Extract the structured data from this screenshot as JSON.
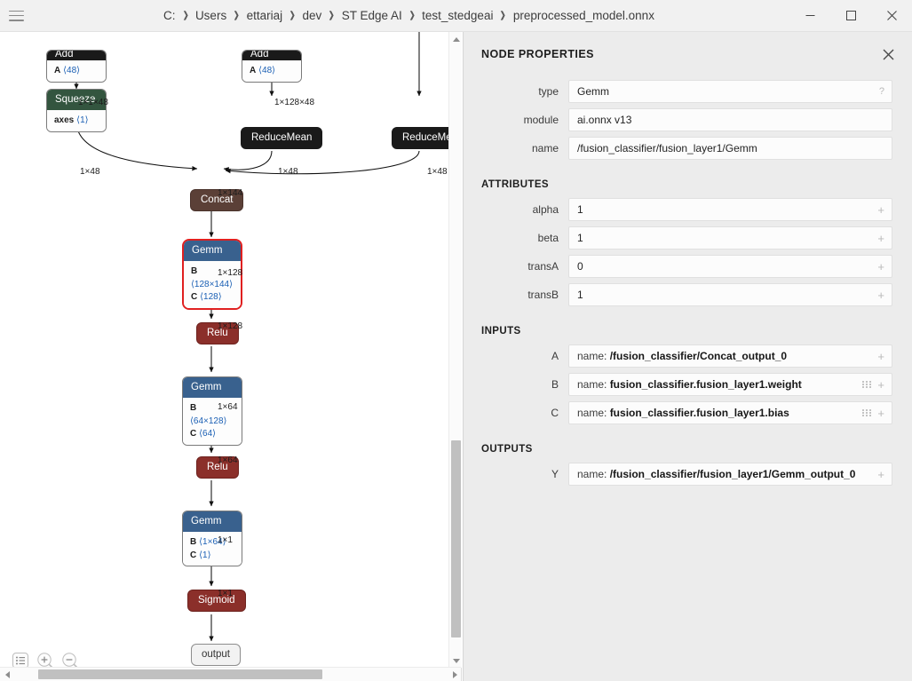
{
  "titlebar": {
    "menu_icon": "hamburger-icon",
    "breadcrumb": [
      "C:",
      "Users",
      "ettariaj",
      "dev",
      "ST Edge AI",
      "test_stedgeai",
      "preprocessed_model.onnx"
    ],
    "separator": "❯",
    "minimize_label": "Minimize",
    "maximize_label": "Maximize",
    "close_label": "Close"
  },
  "panel": {
    "title": "NODE PROPERTIES",
    "close_label": "Close panel",
    "fields": [
      {
        "label": "type",
        "value": "Gemm",
        "bold": false,
        "badge": "?"
      },
      {
        "label": "module",
        "value": "ai.onnx v13",
        "bold": false,
        "badge": ""
      },
      {
        "label": "name",
        "value": "/fusion_classifier/fusion_layer1/Gemm",
        "bold": false,
        "badge": ""
      }
    ],
    "sections": [
      {
        "header": "ATTRIBUTES",
        "rows": [
          {
            "label": "alpha",
            "value": "1",
            "badge": "+",
            "grid": false
          },
          {
            "label": "beta",
            "value": "1",
            "badge": "+",
            "grid": false
          },
          {
            "label": "transA",
            "value": "0",
            "badge": "+",
            "grid": false
          },
          {
            "label": "transB",
            "value": "1",
            "badge": "+",
            "grid": false
          }
        ]
      },
      {
        "header": "INPUTS",
        "rows": [
          {
            "label": "A",
            "prefix": "name: ",
            "value": "/fusion_classifier/Concat_output_0",
            "badge": "+",
            "grid": false
          },
          {
            "label": "B",
            "prefix": "name: ",
            "value": "fusion_classifier.fusion_layer1.weight",
            "badge": "+",
            "grid": true
          },
          {
            "label": "C",
            "prefix": "name: ",
            "value": "fusion_classifier.fusion_layer1.bias",
            "badge": "+",
            "grid": true
          }
        ]
      },
      {
        "header": "OUTPUTS",
        "rows": [
          {
            "label": "Y",
            "prefix": "name: ",
            "value": "/fusion_classifier/fusion_layer1/Gemm_output_0",
            "badge": "+",
            "grid": false
          }
        ]
      }
    ]
  },
  "graph": {
    "toolbar": [
      {
        "name": "properties-list-icon",
        "label": "Show properties"
      },
      {
        "name": "zoom-in-icon",
        "label": "Zoom in"
      },
      {
        "name": "zoom-out-icon",
        "label": "Zoom out"
      }
    ],
    "nodes": [
      {
        "id": "add-left",
        "type": "Add",
        "args": [
          {
            "k": "A",
            "v": "⟨48⟩"
          }
        ],
        "color": "#1a1a1a",
        "selected": false
      },
      {
        "id": "add-right",
        "type": "Add",
        "args": [
          {
            "k": "A",
            "v": "⟨48⟩"
          }
        ],
        "color": "#1a1a1a",
        "selected": false
      },
      {
        "id": "squeeze",
        "type": "Squeeze",
        "args": [
          {
            "k": "axes",
            "v": "⟨1⟩"
          }
        ],
        "color": "#33553f",
        "selected": false
      },
      {
        "id": "reducemean-1",
        "type": "ReduceMean",
        "args": [],
        "color": "#1a1a1a",
        "selected": false
      },
      {
        "id": "reducemean-2",
        "type": "ReduceMean",
        "args": [],
        "color": "#1a1a1a",
        "selected": false
      },
      {
        "id": "concat",
        "type": "Concat",
        "args": [],
        "color": "#5b4037",
        "selected": false
      },
      {
        "id": "gemm-1",
        "type": "Gemm",
        "args": [
          {
            "k": "B",
            "v": "⟨128×144⟩"
          },
          {
            "k": "C",
            "v": "⟨128⟩"
          }
        ],
        "color": "#39618e",
        "selected": true
      },
      {
        "id": "relu-1",
        "type": "Relu",
        "args": [],
        "color": "#8b2f2a",
        "selected": false
      },
      {
        "id": "gemm-2",
        "type": "Gemm",
        "args": [
          {
            "k": "B",
            "v": "⟨64×128⟩"
          },
          {
            "k": "C",
            "v": "⟨64⟩"
          }
        ],
        "color": "#39618e",
        "selected": false
      },
      {
        "id": "relu-2",
        "type": "Relu",
        "args": [],
        "color": "#8b2f2a",
        "selected": false
      },
      {
        "id": "gemm-3",
        "type": "Gemm",
        "args": [
          {
            "k": "B",
            "v": "⟨1×64⟩"
          },
          {
            "k": "C",
            "v": "⟨1⟩"
          }
        ],
        "color": "#39618e",
        "selected": false
      },
      {
        "id": "sigmoid",
        "type": "Sigmoid",
        "args": [],
        "color": "#8b2f2a",
        "selected": false
      },
      {
        "id": "output",
        "type": "output",
        "args": [],
        "color": "#f2f2f2",
        "selected": false
      }
    ],
    "edge_labels": [
      "1×1×48",
      "1×128×48",
      "1×48",
      "1×48",
      "1×48",
      "1×144",
      "1×128",
      "1×128",
      "1×64",
      "1×64",
      "1×1",
      "1×1"
    ]
  },
  "colors": {
    "selection": "#e02020",
    "gemm": "#39618e",
    "relu": "#8b2f2a",
    "concat": "#5b4037",
    "squeeze": "#33553f",
    "dark": "#1a1a1a",
    "panel_bg": "#ececec"
  }
}
